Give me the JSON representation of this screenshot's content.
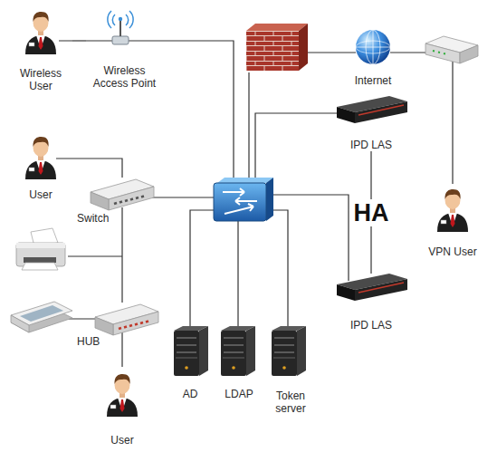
{
  "diagram": {
    "nodes": [
      {
        "text": [
          "Wireless User"
        ]
      },
      {
        "text": [
          "Wireless Access Point"
        ]
      },
      {
        "text": [
          "Internet"
        ]
      },
      {
        "text": [
          "User"
        ]
      },
      {
        "text": [
          "Switch"
        ]
      },
      {
        "text": [
          "IPD LAS"
        ]
      },
      {
        "text": [
          "VPN User"
        ]
      },
      {
        "text": [
          "HUB"
        ]
      },
      {
        "text": [
          "AD"
        ]
      },
      {
        "text": [
          "LDAP"
        ]
      },
      {
        "text": [
          "Token server"
        ]
      },
      {
        "text": [
          "IPD LAS"
        ]
      },
      {
        "text": [
          "User"
        ]
      }
    ],
    "edges": [
      {
        "from": 0,
        "to": 1,
        "arrow": "none"
      },
      {
        "from": 3,
        "to": 4,
        "arrow": "none"
      },
      {
        "from": 4,
        "to": 7,
        "arrow": "none"
      },
      {
        "from": 7,
        "to": 12,
        "arrow": "none"
      },
      {
        "from": 5,
        "to": 11,
        "label": "HA",
        "arrow": "none"
      }
    ]
  }
}
